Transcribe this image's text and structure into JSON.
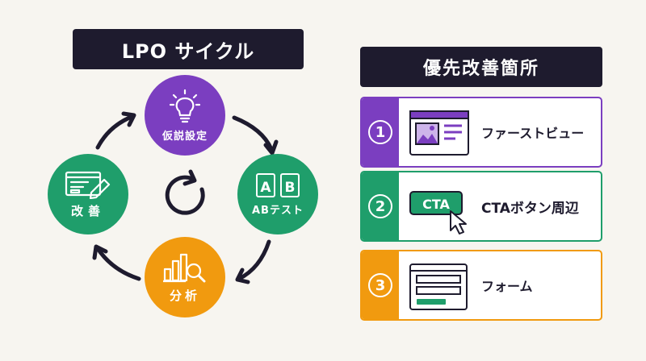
{
  "left_title": "LPO サイクル",
  "right_title": "優先改善箇所",
  "cycle": {
    "hypothesis": "仮説設定",
    "abtest": "ABテスト",
    "analysis": "分析",
    "improve": "改善",
    "ab_letters": [
      "A",
      "B"
    ]
  },
  "priorities": [
    {
      "num": "1",
      "title": "ファーストビュー"
    },
    {
      "num": "2",
      "title": "CTAボタン周辺",
      "button_text": "CTA"
    },
    {
      "num": "3",
      "title": "フォーム"
    }
  ],
  "colors": {
    "purple": "#7b3ec0",
    "green": "#1f9e6b",
    "orange": "#f19a0f",
    "dark": "#1e1b2e",
    "background": "#f7f5f0"
  },
  "icons": {
    "hypothesis": "lightbulb-icon",
    "abtest": "ab-test-icon",
    "analysis": "chart-magnifier-icon",
    "improve": "edit-document-icon",
    "center": "cycle-icon",
    "first_view": "browser-image-icon",
    "cta": "cta-button-cursor-icon",
    "form": "form-icon"
  }
}
